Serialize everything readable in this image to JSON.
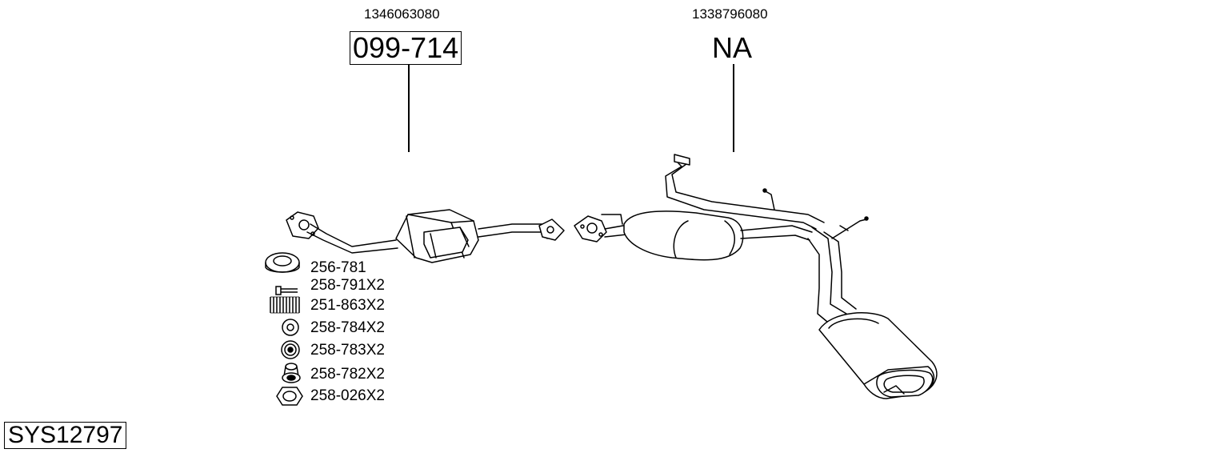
{
  "diagram": {
    "parts": [
      {
        "oem_number": "1346063080",
        "part_number": "099-714",
        "boxed": true
      },
      {
        "oem_number": "1338796080",
        "part_number": "NA",
        "boxed": false
      }
    ],
    "accessories": [
      {
        "part": "256-781",
        "icon": "gasket-ring-icon"
      },
      {
        "part": "258-791X2",
        "icon": "bolt-icon"
      },
      {
        "part": "251-863X2",
        "icon": "spring-icon"
      },
      {
        "part": "258-784X2",
        "icon": "washer-icon"
      },
      {
        "part": "258-783X2",
        "icon": "rubber-mount-icon"
      },
      {
        "part": "258-782X2",
        "icon": "rubber-bush-icon"
      },
      {
        "part": "258-026X2",
        "icon": "hex-nut-icon"
      }
    ],
    "system_id": "SYS12797"
  }
}
